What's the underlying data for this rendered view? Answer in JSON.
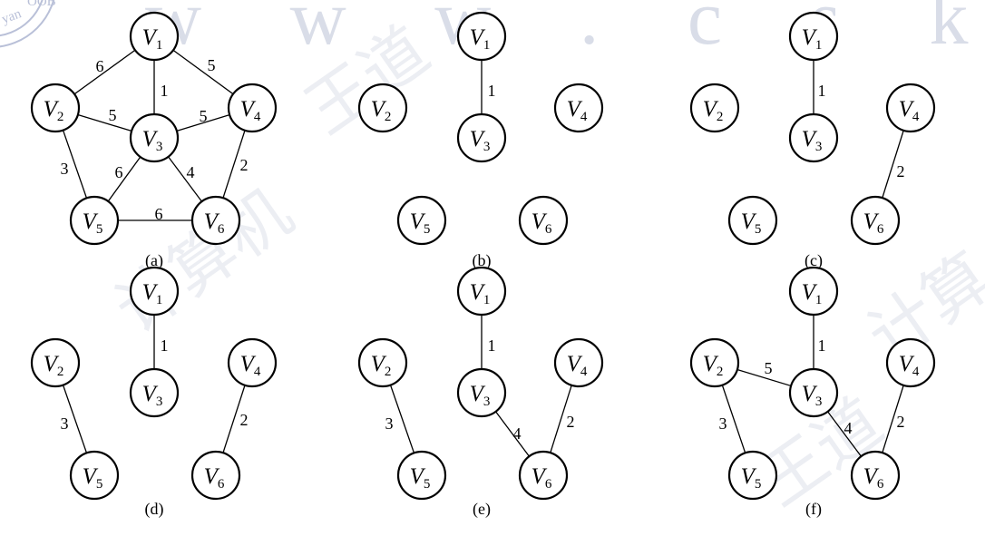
{
  "watermark": {
    "url_text": "w w w . c s k a o y a n . c",
    "stamp_text": "yan",
    "stamp_small": "OOB"
  },
  "vertex_letter": "V",
  "panels": [
    {
      "caption": "(a)",
      "vertices": [
        "1",
        "2",
        "3",
        "4",
        "5",
        "6"
      ],
      "edges": [
        {
          "a": "1",
          "b": "2",
          "w": "6"
        },
        {
          "a": "1",
          "b": "3",
          "w": "1"
        },
        {
          "a": "1",
          "b": "4",
          "w": "5"
        },
        {
          "a": "2",
          "b": "3",
          "w": "5"
        },
        {
          "a": "3",
          "b": "4",
          "w": "5"
        },
        {
          "a": "2",
          "b": "5",
          "w": "3"
        },
        {
          "a": "3",
          "b": "5",
          "w": "6"
        },
        {
          "a": "3",
          "b": "6",
          "w": "4"
        },
        {
          "a": "4",
          "b": "6",
          "w": "2"
        },
        {
          "a": "5",
          "b": "6",
          "w": "6"
        }
      ]
    },
    {
      "caption": "(b)",
      "vertices": [
        "1",
        "2",
        "3",
        "4",
        "5",
        "6"
      ],
      "edges": [
        {
          "a": "1",
          "b": "3",
          "w": "1"
        }
      ]
    },
    {
      "caption": "(c)",
      "vertices": [
        "1",
        "2",
        "3",
        "4",
        "5",
        "6"
      ],
      "edges": [
        {
          "a": "1",
          "b": "3",
          "w": "1"
        },
        {
          "a": "4",
          "b": "6",
          "w": "2"
        }
      ]
    },
    {
      "caption": "(d)",
      "vertices": [
        "1",
        "2",
        "3",
        "4",
        "5",
        "6"
      ],
      "edges": [
        {
          "a": "1",
          "b": "3",
          "w": "1"
        },
        {
          "a": "2",
          "b": "5",
          "w": "3"
        },
        {
          "a": "4",
          "b": "6",
          "w": "2"
        }
      ]
    },
    {
      "caption": "(e)",
      "vertices": [
        "1",
        "2",
        "3",
        "4",
        "5",
        "6"
      ],
      "edges": [
        {
          "a": "1",
          "b": "3",
          "w": "1"
        },
        {
          "a": "2",
          "b": "5",
          "w": "3"
        },
        {
          "a": "3",
          "b": "6",
          "w": "4"
        },
        {
          "a": "4",
          "b": "6",
          "w": "2"
        }
      ]
    },
    {
      "caption": "(f)",
      "vertices": [
        "1",
        "2",
        "3",
        "4",
        "5",
        "6"
      ],
      "edges": [
        {
          "a": "1",
          "b": "3",
          "w": "1"
        },
        {
          "a": "2",
          "b": "3",
          "w": "5"
        },
        {
          "a": "2",
          "b": "5",
          "w": "3"
        },
        {
          "a": "3",
          "b": "6",
          "w": "4"
        },
        {
          "a": "4",
          "b": "6",
          "w": "2"
        }
      ]
    }
  ]
}
